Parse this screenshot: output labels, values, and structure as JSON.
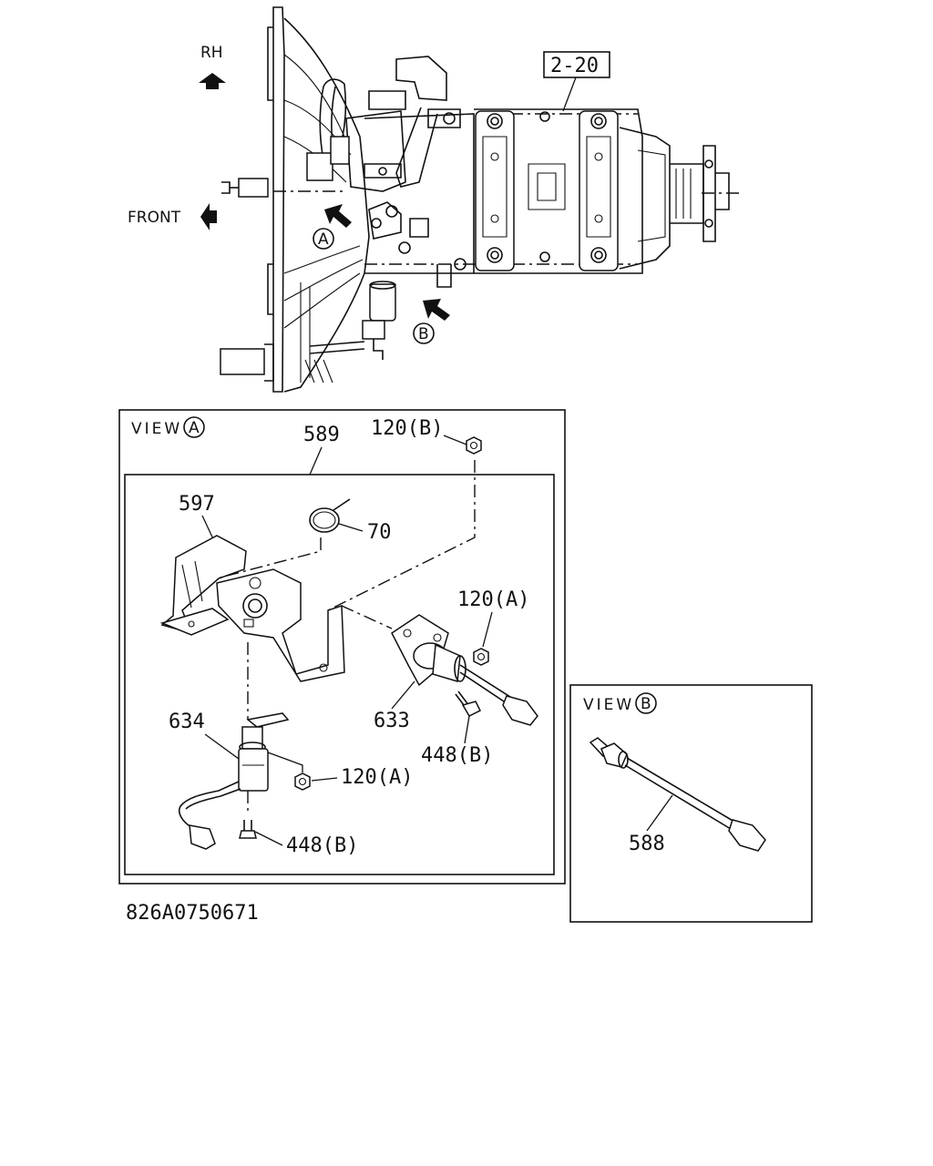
{
  "orientation": {
    "rh_label": "RH",
    "front_label": "FRONT"
  },
  "references": {
    "ref_box": "2-20",
    "circle_a": "A",
    "circle_b": "B"
  },
  "view_a": {
    "title_prefix": "VIEW",
    "title_circle": "A",
    "parts": {
      "p589": "589",
      "p120b": "120(B)",
      "p597": "597",
      "p70": "70",
      "p120a_top": "120(A)",
      "p633": "633",
      "p448b_right": "448(B)",
      "p634": "634",
      "p120a_bottom": "120(A)",
      "p448b_bottom": "448(B)"
    }
  },
  "view_b": {
    "title_prefix": "VIEW",
    "title_circle": "B",
    "parts": {
      "p588": "588"
    }
  },
  "drawing_number": "826A0750671"
}
